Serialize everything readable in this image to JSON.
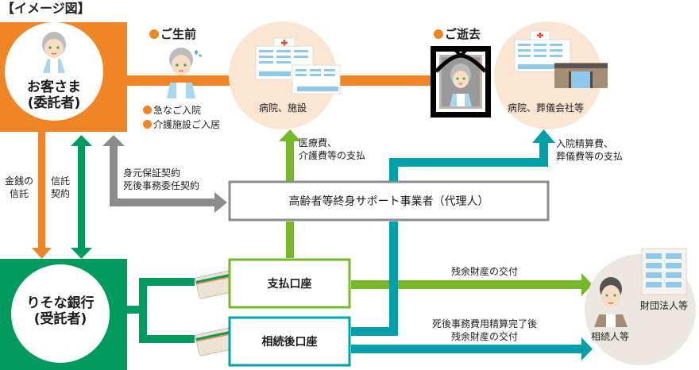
{
  "title": "【イメージ図】",
  "colors": {
    "orange": "#ef8526",
    "green_dark": "#009a5f",
    "green_light": "#76b82a",
    "teal": "#00a0a8",
    "gray": "#8c8c8c",
    "peach": "#fbe5d3",
    "beige": "#ece7e0"
  },
  "customer": {
    "line1": "お客さま",
    "line2": "(委託者)"
  },
  "before_death": {
    "heading": "ご生前",
    "events": [
      "急なご入院",
      "介護施設ご入居"
    ]
  },
  "after_death": {
    "heading": "ご逝去"
  },
  "hospital_facility": {
    "label": "病院、施設"
  },
  "hospital_funeral": {
    "label": "病院、葬儀会社等"
  },
  "arrows": {
    "money_trust": {
      "line1": "金銭の",
      "line2": "信託"
    },
    "trust_contract": {
      "line1": "信託",
      "line2": "契約"
    },
    "guarantee_contract": {
      "line1": "身元保証契約",
      "line2": "死後事務委任契約"
    },
    "medical_payment": {
      "line1": "医療費、",
      "line2": "介護費等の支払"
    },
    "hospital_funeral_payment": {
      "line1": "入院精算費、",
      "line2": "葬儀費等の支払"
    },
    "residual_delivery": {
      "line1": "残余財産の交付"
    },
    "post_settlement_delivery": {
      "line1": "死後事務費用精算完了後",
      "line2": "残余財産の交付"
    }
  },
  "agent": {
    "label": "高齢者等終身サポート事業者（代理人）"
  },
  "bank": {
    "line1": "りそな銀行",
    "line2": "(受託者)"
  },
  "accounts": {
    "payment": "支払口座",
    "post_inheritance": "相続後口座"
  },
  "beneficiaries": {
    "heirs": "相続人等",
    "foundation": "財団法人等"
  }
}
